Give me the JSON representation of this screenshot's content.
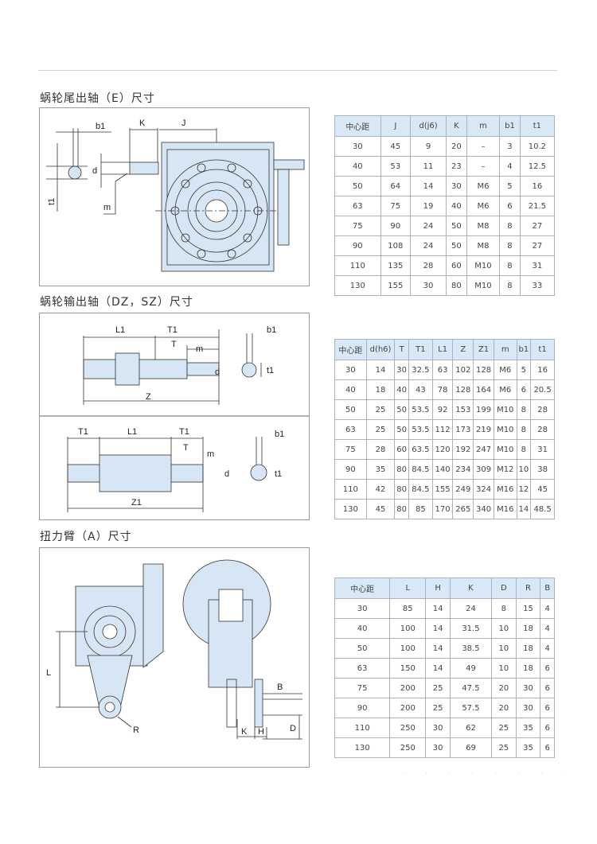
{
  "sections": {
    "e": {
      "title": "蜗轮尾出轴（E）尺寸"
    },
    "dz": {
      "title": "蜗轮输出轴（DZ，SZ）尺寸"
    },
    "a": {
      "title": "扭力臂（A）尺寸"
    }
  },
  "drawings": {
    "e": {
      "b1": "b1",
      "K": "K",
      "J": "J",
      "d": "d",
      "t1": "t1",
      "m": "m"
    },
    "dz": {
      "L1": "L1",
      "T1": "T1",
      "T": "T",
      "m": "m",
      "b1": "b1",
      "d": "d",
      "t1": "t1",
      "Z": "Z"
    },
    "sz": {
      "T1a": "T1",
      "L1": "L1",
      "T1b": "T1",
      "T": "T",
      "m": "m",
      "b1": "b1",
      "d": "d",
      "t1": "t1",
      "Z1": "Z1"
    },
    "a": {
      "L": "L",
      "R": "R",
      "B": "B",
      "K": "K",
      "H": "H",
      "D": "D"
    }
  },
  "tables": {
    "e": {
      "headers": [
        "中心距",
        "J",
        "d(j6)",
        "K",
        "m",
        "b1",
        "t1"
      ],
      "rows": [
        [
          "30",
          "45",
          "9",
          "20",
          "–",
          "3",
          "10.2"
        ],
        [
          "40",
          "53",
          "11",
          "23",
          "–",
          "4",
          "12.5"
        ],
        [
          "50",
          "64",
          "14",
          "30",
          "M6",
          "5",
          "16"
        ],
        [
          "63",
          "75",
          "19",
          "40",
          "M6",
          "6",
          "21.5"
        ],
        [
          "75",
          "90",
          "24",
          "50",
          "M8",
          "8",
          "27"
        ],
        [
          "90",
          "108",
          "24",
          "50",
          "M8",
          "8",
          "27"
        ],
        [
          "110",
          "135",
          "28",
          "60",
          "M10",
          "8",
          "31"
        ],
        [
          "130",
          "155",
          "30",
          "80",
          "M10",
          "8",
          "33"
        ]
      ]
    },
    "dz": {
      "headers": [
        "中心距",
        "d(h6)",
        "T",
        "T1",
        "L1",
        "Z",
        "Z1",
        "m",
        "b1",
        "t1"
      ],
      "rows": [
        [
          "30",
          "14",
          "30",
          "32.5",
          "63",
          "102",
          "128",
          "M6",
          "5",
          "16"
        ],
        [
          "40",
          "18",
          "40",
          "43",
          "78",
          "128",
          "164",
          "M6",
          "6",
          "20.5"
        ],
        [
          "50",
          "25",
          "50",
          "53.5",
          "92",
          "153",
          "199",
          "M10",
          "8",
          "28"
        ],
        [
          "63",
          "25",
          "50",
          "53.5",
          "112",
          "173",
          "219",
          "M10",
          "8",
          "28"
        ],
        [
          "75",
          "28",
          "60",
          "63.5",
          "120",
          "192",
          "247",
          "M10",
          "8",
          "31"
        ],
        [
          "90",
          "35",
          "80",
          "84.5",
          "140",
          "234",
          "309",
          "M12",
          "10",
          "38"
        ],
        [
          "110",
          "42",
          "80",
          "84.5",
          "155",
          "249",
          "324",
          "M16",
          "12",
          "45"
        ],
        [
          "130",
          "45",
          "80",
          "85",
          "170",
          "265",
          "340",
          "M16",
          "14",
          "48.5"
        ]
      ]
    },
    "a": {
      "headers": [
        "中心距",
        "L",
        "H",
        "K",
        "D",
        "R",
        "B"
      ],
      "rows": [
        [
          "30",
          "85",
          "14",
          "24",
          "8",
          "15",
          "4"
        ],
        [
          "40",
          "100",
          "14",
          "31.5",
          "10",
          "18",
          "4"
        ],
        [
          "50",
          "100",
          "14",
          "38.5",
          "10",
          "18",
          "4"
        ],
        [
          "63",
          "150",
          "14",
          "49",
          "10",
          "18",
          "6"
        ],
        [
          "75",
          "200",
          "25",
          "47.5",
          "20",
          "30",
          "6"
        ],
        [
          "90",
          "200",
          "25",
          "57.5",
          "20",
          "30",
          "6"
        ],
        [
          "110",
          "250",
          "30",
          "62",
          "25",
          "35",
          "6"
        ],
        [
          "130",
          "250",
          "30",
          "69",
          "25",
          "35",
          "6"
        ]
      ]
    }
  },
  "colors": {
    "body_fill": "#d6e6f5",
    "header_fill": "#d9e8f6",
    "line": "#333333"
  }
}
